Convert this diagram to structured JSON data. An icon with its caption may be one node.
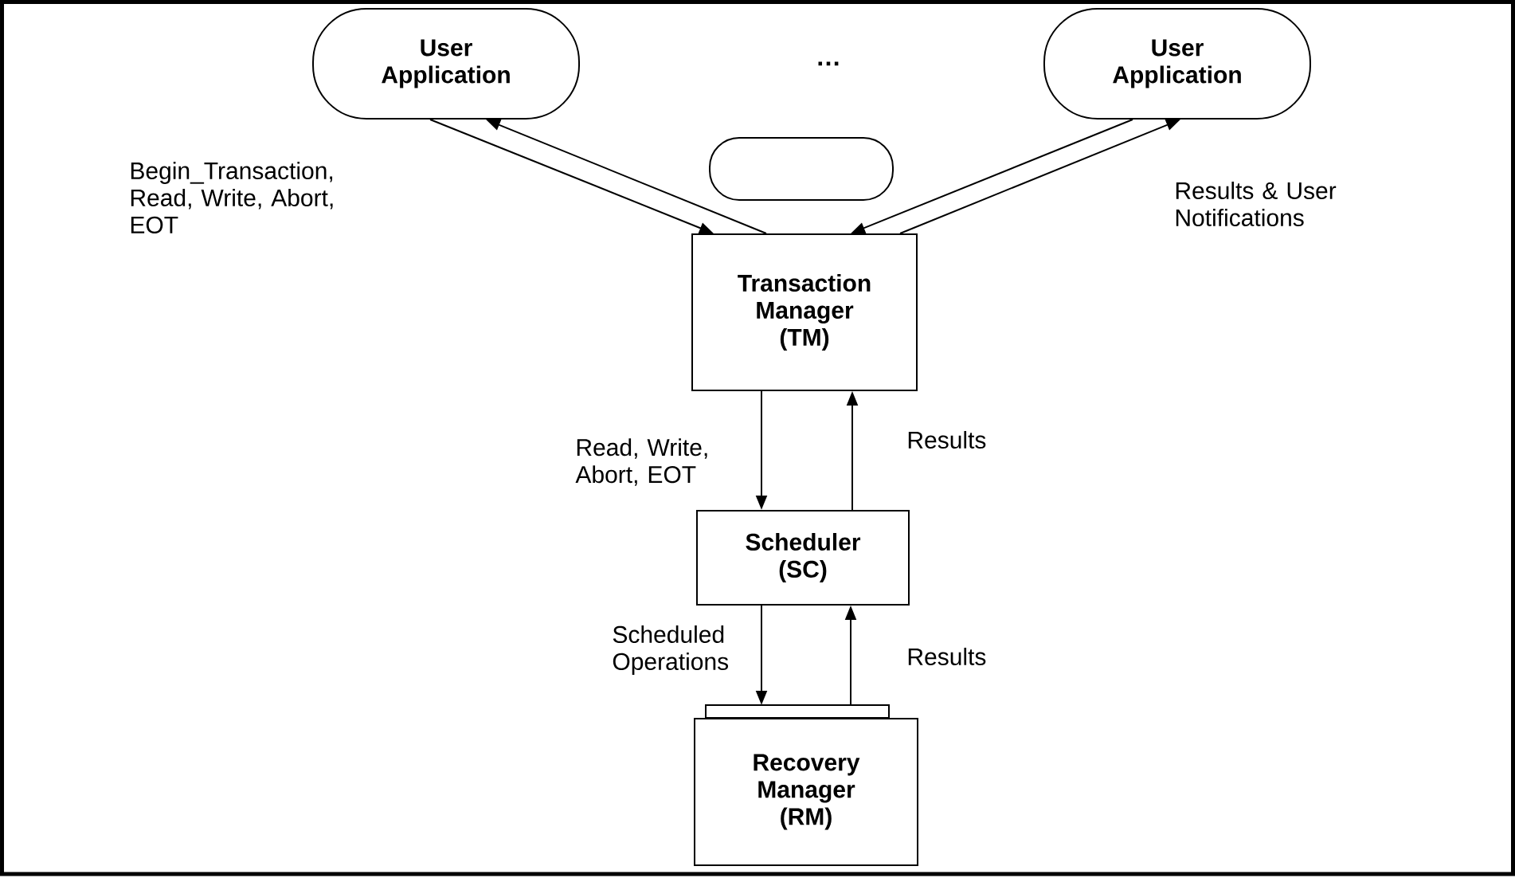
{
  "diagram": {
    "nodes": [
      {
        "text": [
          "User Application"
        ]
      },
      {
        "text": [
          "User Application"
        ]
      },
      {
        "text": [],
        "shape": "box"
      },
      {
        "text": [
          "Transaction Manager (TM)"
        ]
      },
      {
        "text": [
          "Scheduler (SC)"
        ]
      },
      {
        "text": [
          "Recovery Manager (RM)"
        ]
      }
    ],
    "edges": [
      {
        "from": 0,
        "to": 3,
        "arrow": "to",
        "label": "Begin_Transaction, Read, Write, Abort, EOT"
      },
      {
        "from": 3,
        "to": 0,
        "arrow": "to"
      },
      {
        "from": 1,
        "to": 3,
        "arrow": "to"
      },
      {
        "from": 3,
        "to": 1,
        "arrow": "to",
        "label": "Results & User Notifications"
      },
      {
        "from": 3,
        "to": 4,
        "arrow": "to",
        "label": "Read, Write, Abort, EOT"
      },
      {
        "from": 4,
        "to": 3,
        "arrow": "to",
        "label": "Results"
      },
      {
        "from": 4,
        "to": 5,
        "arrow": "to",
        "label": "Scheduled Operations"
      },
      {
        "from": 5,
        "to": 4,
        "arrow": "to",
        "label": "Results"
      }
    ],
    "labels": [
      "…"
    ]
  }
}
